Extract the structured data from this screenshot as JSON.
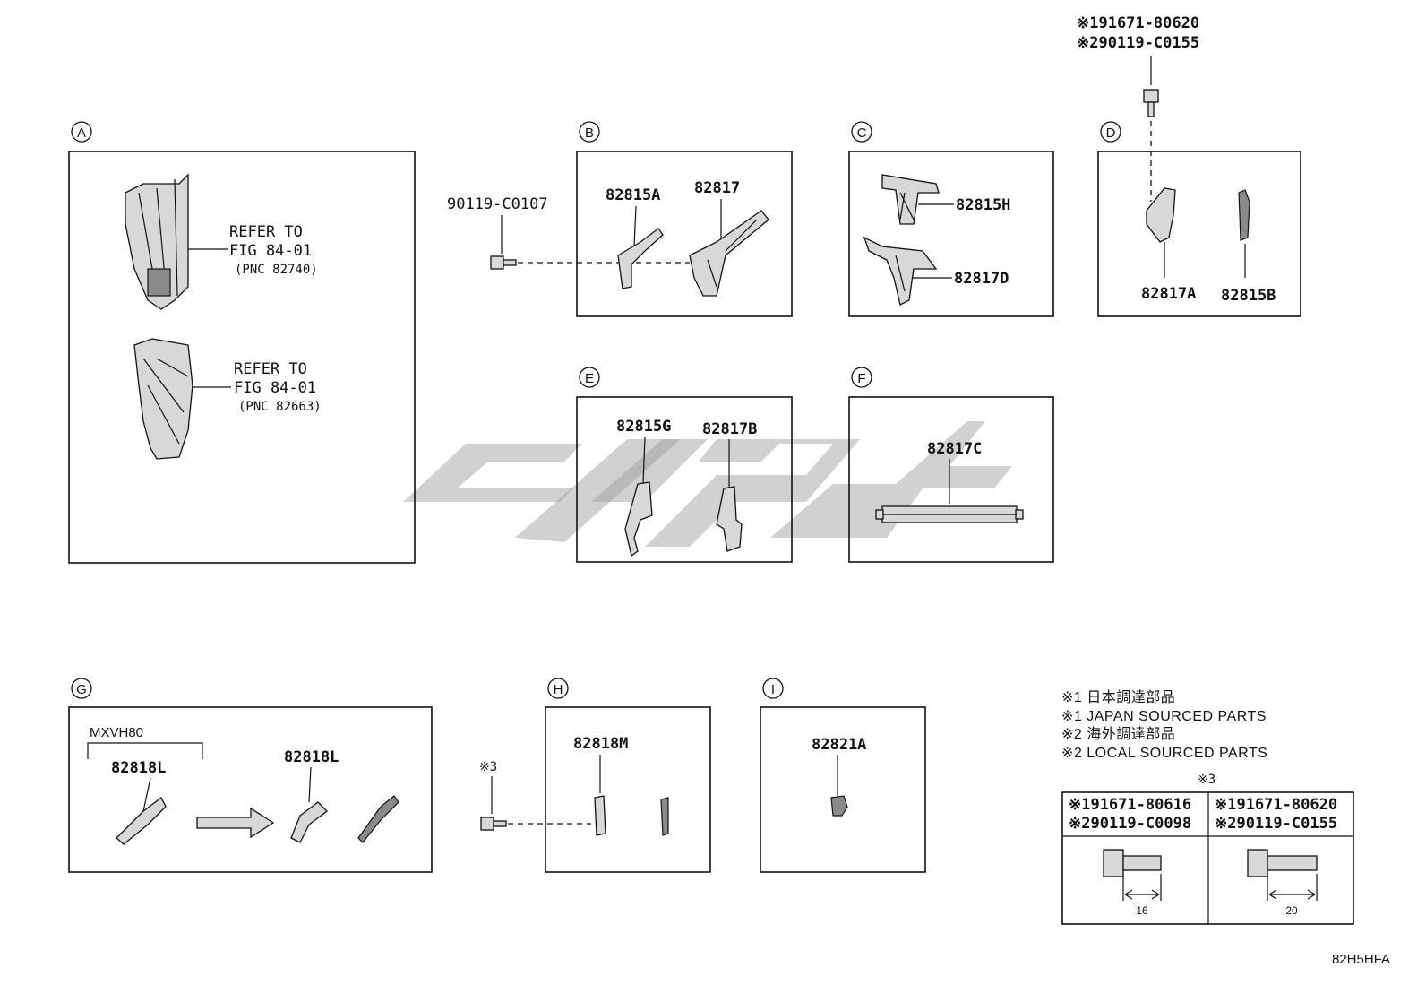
{
  "sections": {
    "A": {
      "letter": "A",
      "ref1": {
        "line1": "REFER TO",
        "line2": "FIG 84-01",
        "line3": "(PNC 82740)"
      },
      "ref2": {
        "line1": "REFER TO",
        "line2": "FIG 84-01",
        "line3": "(PNC 82663)"
      }
    },
    "B": {
      "letter": "B",
      "parts": [
        "82815A",
        "82817"
      ],
      "screw": "90119-C0107"
    },
    "C": {
      "letter": "C",
      "parts": [
        "82815H",
        "82817D"
      ]
    },
    "D": {
      "letter": "D",
      "parts": [
        "82817A",
        "82815B"
      ],
      "bolt_note1": "※191671-80620",
      "bolt_note2": "※290119-C0155"
    },
    "E": {
      "letter": "E",
      "parts": [
        "82815G",
        "82817B"
      ]
    },
    "F": {
      "letter": "F",
      "parts": [
        "82817C"
      ]
    },
    "G": {
      "letter": "G",
      "model": "MXVH80",
      "parts": [
        "82818L",
        "82818L"
      ]
    },
    "H": {
      "letter": "H",
      "parts": [
        "82818M"
      ],
      "screw_ref": "※3"
    },
    "I": {
      "letter": "I",
      "parts": [
        "82821A"
      ]
    }
  },
  "legend": {
    "lines": [
      "※1 日本調達部品",
      "※1 JAPAN SOURCED PARTS",
      "※2 海外調達部品",
      "※2 LOCAL SOURCED PARTS"
    ]
  },
  "bolt_table": {
    "title": "※3",
    "columns": [
      {
        "note1": "※191671-80616",
        "note2": "※290119-C0098",
        "length": "16"
      },
      {
        "note1": "※191671-80620",
        "note2": "※290119-C0155",
        "length": "20"
      }
    ]
  },
  "diagram_code": "82H5HFA"
}
